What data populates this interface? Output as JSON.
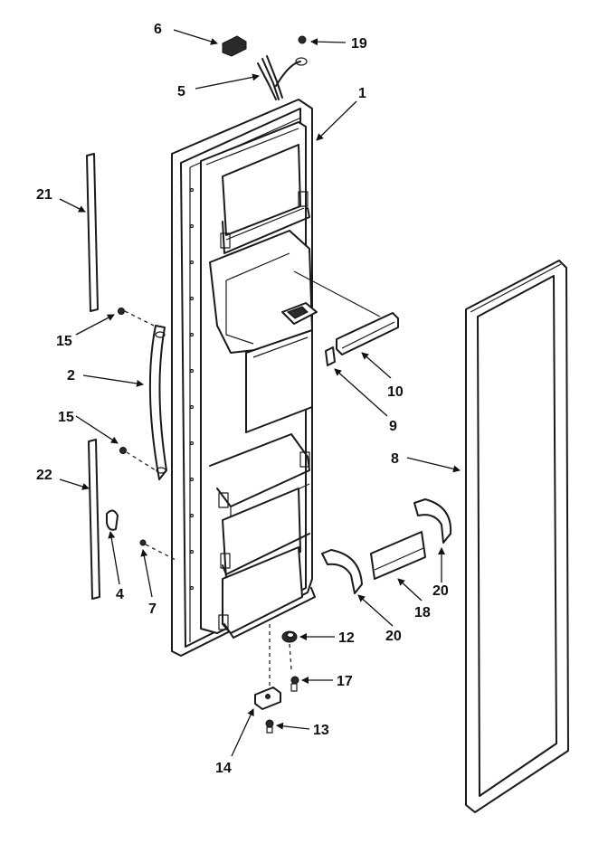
{
  "parts": [
    {
      "id": "p1",
      "number": "1"
    },
    {
      "id": "p2",
      "number": "2"
    },
    {
      "id": "p4",
      "number": "4"
    },
    {
      "id": "p5",
      "number": "5"
    },
    {
      "id": "p6",
      "number": "6"
    },
    {
      "id": "p7",
      "number": "7"
    },
    {
      "id": "p8",
      "number": "8"
    },
    {
      "id": "p9",
      "number": "9"
    },
    {
      "id": "p10",
      "number": "10"
    },
    {
      "id": "p12",
      "number": "12"
    },
    {
      "id": "p13",
      "number": "13"
    },
    {
      "id": "p14",
      "number": "14"
    },
    {
      "id": "p15a",
      "number": "15"
    },
    {
      "id": "p15b",
      "number": "15"
    },
    {
      "id": "p17",
      "number": "17"
    },
    {
      "id": "p18",
      "number": "18"
    },
    {
      "id": "p19",
      "number": "19"
    },
    {
      "id": "p20a",
      "number": "20"
    },
    {
      "id": "p20b",
      "number": "20"
    },
    {
      "id": "p21",
      "number": "21"
    },
    {
      "id": "p22",
      "number": "22"
    }
  ]
}
